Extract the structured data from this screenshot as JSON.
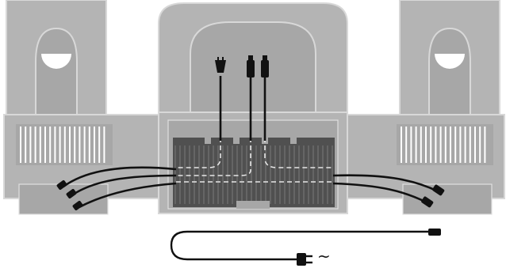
{
  "diagram": {
    "description_text": "",
    "ac_symbol": "~",
    "colors": {
      "speaker_body": "#b4b4b4",
      "speaker_face": "#a7a7a7",
      "speaker_outline": "#d8d8d8",
      "vent_slat": "#ffffff",
      "heatsink": "#505050",
      "heatsink_fin": "#7a7a7a",
      "cable": "#111111",
      "cable_route": "#e6e6e6",
      "background": "#ffffff"
    },
    "components": {
      "left_speaker": "left-speaker",
      "center_unit": "subwoofer-unit",
      "right_speaker": "right-speaker",
      "power_cord": "power-cord"
    }
  }
}
